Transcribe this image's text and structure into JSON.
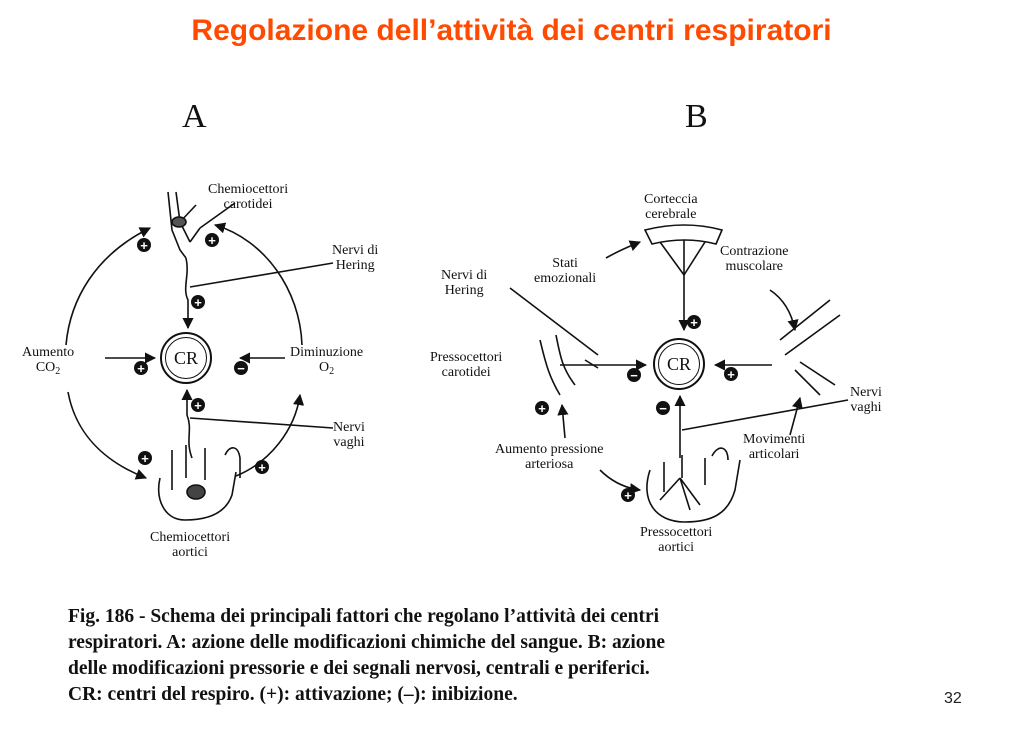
{
  "title": "Regolazione dell’attività dei centri respiratori",
  "panels": {
    "a": "A",
    "b": "B"
  },
  "center_label": "CR",
  "panel_a": {
    "chemio_carotid": [
      "Chemiocettori",
      "carotidei"
    ],
    "hering": [
      "Nervi di",
      "Hering"
    ],
    "aumento": "Aumento",
    "co2": "CO",
    "co2_sub": "2",
    "diminuzione": "Diminuzione",
    "o2": "O",
    "o2_sub": "2",
    "vaghi": [
      "Nervi",
      "vaghi"
    ],
    "chemio_aortic": [
      "Chemiocettori",
      "aortici"
    ]
  },
  "panel_b": {
    "corteccia": [
      "Corteccia",
      "cerebrale"
    ],
    "stati": [
      "Stati",
      "emozionali"
    ],
    "hering": [
      "Nervi di",
      "Hering"
    ],
    "contrazione": [
      "Contrazione",
      "muscolare"
    ],
    "presso_carotid": [
      "Pressocettori",
      "carotidei"
    ],
    "vaghi": [
      "Nervi",
      "vaghi"
    ],
    "aumento_pressione": [
      "Aumento pressione",
      "arteriosa"
    ],
    "movimenti": [
      "Movimenti",
      "articolari"
    ],
    "presso_aortic": [
      "Pressocettori",
      "aortici"
    ]
  },
  "signs": {
    "plus": "+",
    "minus": "−"
  },
  "caption": [
    "Fig. 186 - Schema dei principali fattori che regolano l’attività dei centri",
    "respiratori. A: azione delle modificazioni chimiche del sangue. B: azione",
    "delle modificazioni pressorie e dei segnali nervosi, centrali e periferici.",
    "CR: centri del respiro. (+): attivazione; (–): inibizione."
  ],
  "page_number": "32"
}
